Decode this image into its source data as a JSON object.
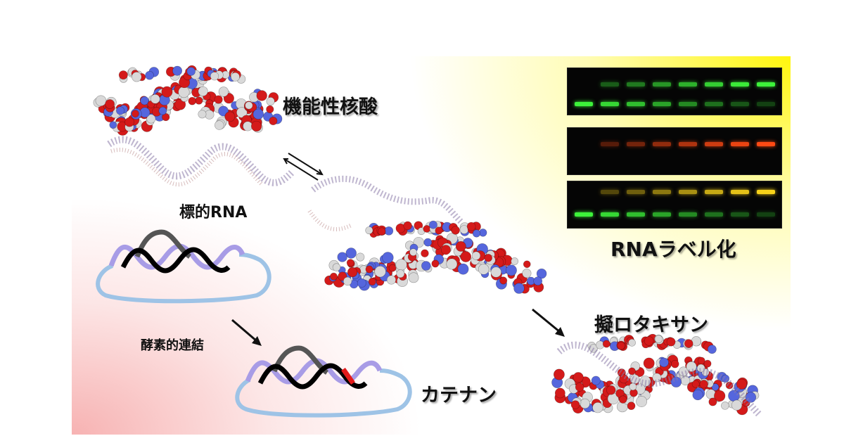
{
  "labels": {
    "functional_nucleic_acid": "機能性核酸",
    "target_rna": "標的RNA",
    "enzymatic_ligation": "酵素的連結",
    "catenane": "カテナン",
    "pseudorotaxane": "擬ロタキサン",
    "rna_labeling": "RNAラベル化"
  },
  "gels": [
    {
      "name": "green",
      "color": "#3df23a"
    },
    {
      "name": "red",
      "color": "#ff4a14"
    },
    {
      "name": "merge",
      "color_top": "#f7d21a",
      "color_bottom": "#3df23a"
    }
  ],
  "colors": {
    "background_top_right": "#fff500",
    "background_bottom_left": "#f6aaaa",
    "oxygen": "#d41a1a",
    "nitrogen": "#5566dd",
    "carbon": "#d9d9d9",
    "ring": "#9ec3e6",
    "strand_purple": "#a89ce6",
    "strand_black": "#000000",
    "strand_grey": "#555555",
    "ligation_mark": "#e21a1a"
  }
}
